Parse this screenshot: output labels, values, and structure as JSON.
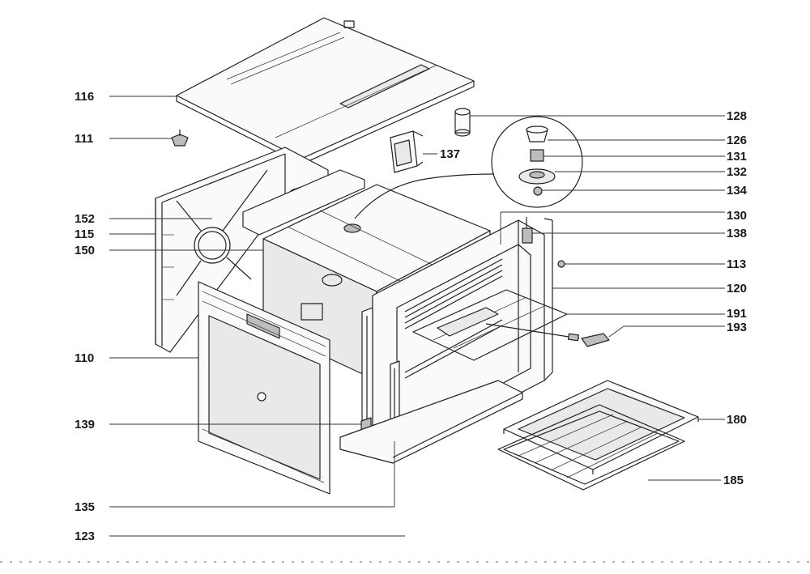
{
  "diagram": {
    "labels": [
      {
        "id": "116",
        "text": "116"
      },
      {
        "id": "111",
        "text": "111"
      },
      {
        "id": "152",
        "text": "152"
      },
      {
        "id": "115",
        "text": "115"
      },
      {
        "id": "150",
        "text": "150"
      },
      {
        "id": "110",
        "text": "110"
      },
      {
        "id": "139",
        "text": "139"
      },
      {
        "id": "135",
        "text": "135"
      },
      {
        "id": "123",
        "text": "123"
      },
      {
        "id": "128",
        "text": "128"
      },
      {
        "id": "126",
        "text": "126"
      },
      {
        "id": "131",
        "text": "131"
      },
      {
        "id": "132",
        "text": "132"
      },
      {
        "id": "134",
        "text": "134"
      },
      {
        "id": "137",
        "text": "137"
      },
      {
        "id": "130",
        "text": "130"
      },
      {
        "id": "138",
        "text": "138"
      },
      {
        "id": "113",
        "text": "113"
      },
      {
        "id": "120",
        "text": "120"
      },
      {
        "id": "191",
        "text": "191"
      },
      {
        "id": "193",
        "text": "193"
      },
      {
        "id": "180",
        "text": "180"
      },
      {
        "id": "185",
        "text": "185"
      }
    ]
  }
}
